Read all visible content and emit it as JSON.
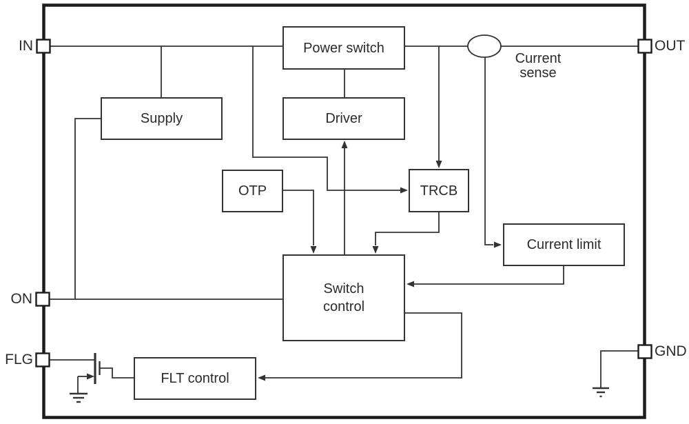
{
  "diagram": {
    "background": "#ffffff",
    "line_color": "#333333",
    "frame_color": "#1c1c1c",
    "text_color": "#2b2b2b",
    "pins": {
      "in": "IN",
      "out": "OUT",
      "on": "ON",
      "flg": "FLG",
      "gnd": "GND"
    },
    "blocks": {
      "power_switch": "Power switch",
      "driver": "Driver",
      "supply": "Supply",
      "otp": "OTP",
      "trcb": "TRCB",
      "switch_control": {
        "line1": "Switch",
        "line2": "control"
      },
      "current_limit": "Current limit",
      "flt_control": "FLT control"
    },
    "annotations": {
      "current_sense": {
        "line1": "Current",
        "line2": "sense"
      }
    }
  }
}
